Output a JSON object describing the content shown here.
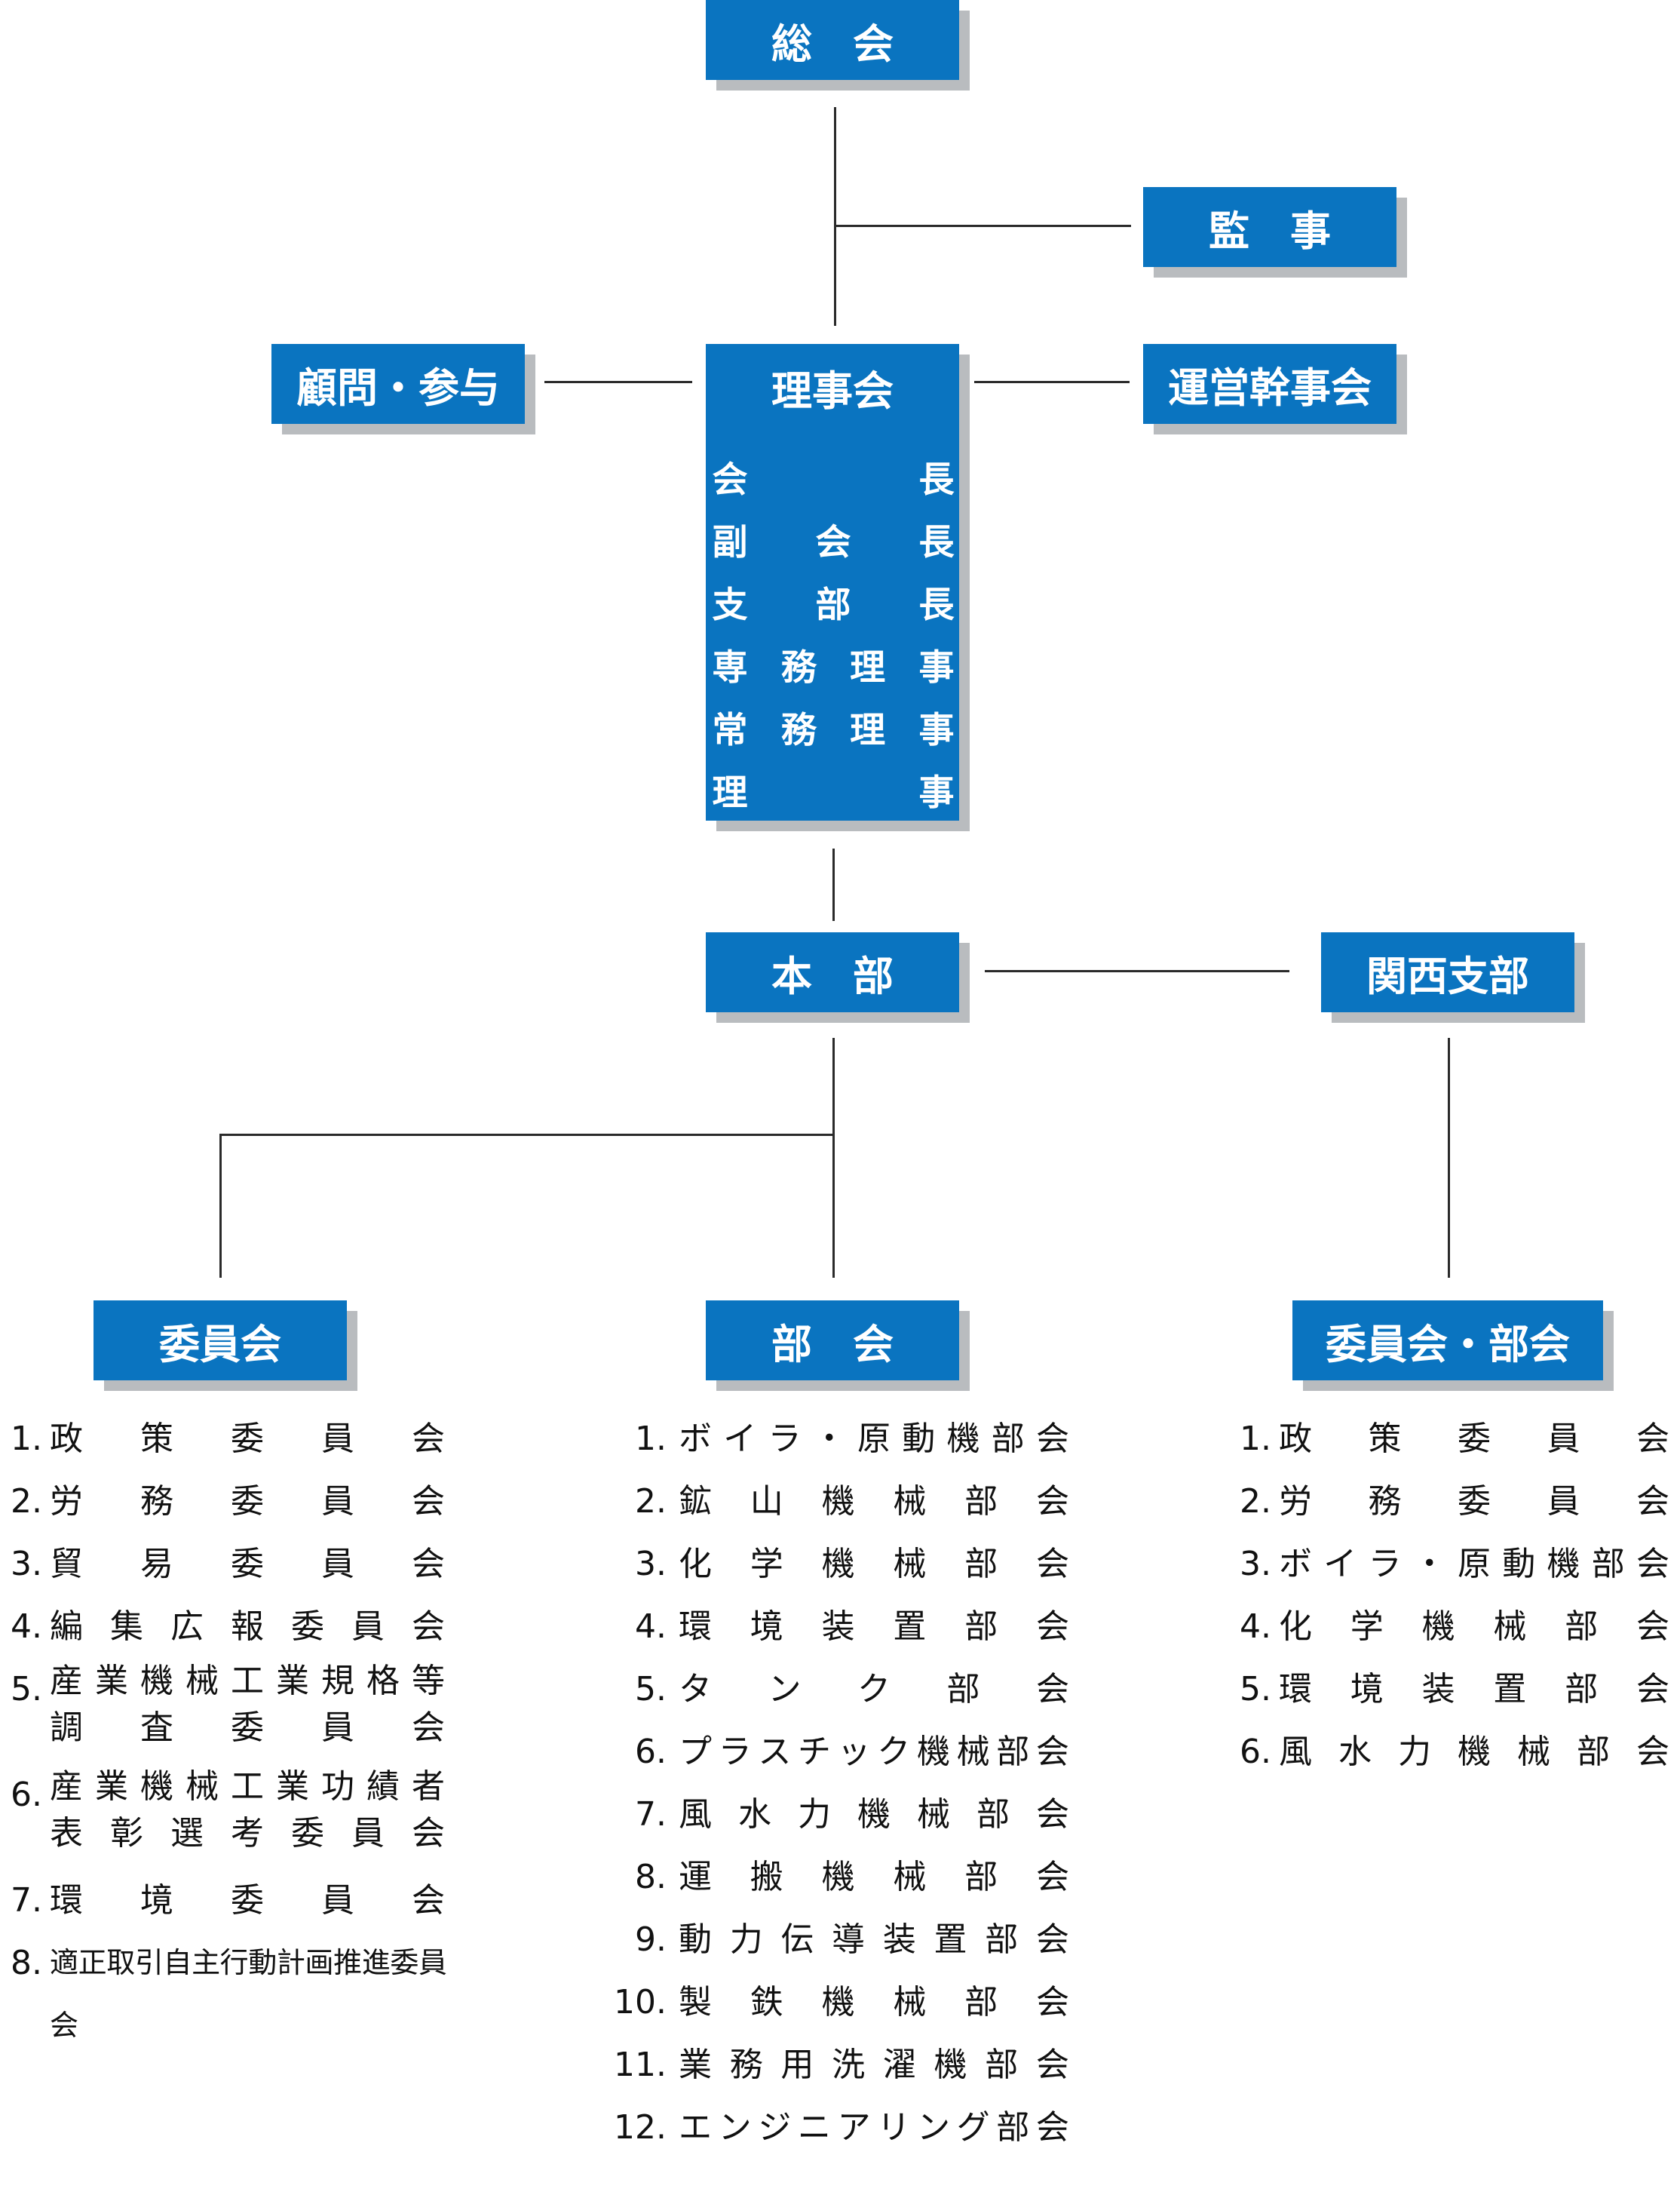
{
  "nodes": {
    "general_assembly": "総　会",
    "auditor": "監　事",
    "advisor": "顧問・参与",
    "board": "理事会",
    "steering": "運営幹事会",
    "headquarters": "本　部",
    "kansai": "関西支部",
    "committees": "委員会",
    "divisions": "部　会",
    "kansai_groups": "委員会・部会"
  },
  "board_members": [
    [
      "会",
      "",
      "長"
    ],
    [
      "副",
      "会",
      "長"
    ],
    [
      "支",
      "部",
      "長"
    ],
    [
      "専",
      "務",
      "理",
      "事"
    ],
    [
      "常",
      "務",
      "理",
      "事"
    ],
    [
      "理",
      "",
      "事"
    ]
  ],
  "committee_list": [
    {
      "num": "1.",
      "lines": [
        "政策委員会"
      ]
    },
    {
      "num": "2.",
      "lines": [
        "労務委員会"
      ]
    },
    {
      "num": "3.",
      "lines": [
        "貿易委員会"
      ]
    },
    {
      "num": "4.",
      "lines": [
        "編集広報委員会"
      ]
    },
    {
      "num": "5.",
      "lines": [
        "産業機械工業規格等",
        "調査委員会"
      ]
    },
    {
      "num": "6.",
      "lines": [
        "産業機械工業功績者",
        "表彰選考委員会"
      ]
    },
    {
      "num": "7.",
      "lines": [
        "環境委員会"
      ]
    },
    {
      "num": "8.",
      "lines": [
        "適正取引自主行動計画推進委員会"
      ]
    }
  ],
  "division_list": [
    {
      "num": "1.",
      "lines": [
        "ボイラ・原動機部会"
      ]
    },
    {
      "num": "2.",
      "lines": [
        "鉱山機械部会"
      ]
    },
    {
      "num": "3.",
      "lines": [
        "化学機械部会"
      ]
    },
    {
      "num": "4.",
      "lines": [
        "環境装置部会"
      ]
    },
    {
      "num": "5.",
      "lines": [
        "タンク部会"
      ]
    },
    {
      "num": "6.",
      "lines": [
        "プラスチック機械部会"
      ]
    },
    {
      "num": "7.",
      "lines": [
        "風水力機械部会"
      ]
    },
    {
      "num": "8.",
      "lines": [
        "運搬機械部会"
      ]
    },
    {
      "num": "9.",
      "lines": [
        "動力伝導装置部会"
      ]
    },
    {
      "num": "10.",
      "lines": [
        "製鉄機械部会"
      ]
    },
    {
      "num": "11.",
      "lines": [
        "業務用洗濯機部会"
      ]
    },
    {
      "num": "12.",
      "lines": [
        "エンジニアリング部会"
      ]
    }
  ],
  "kansai_list": [
    {
      "num": "1.",
      "lines": [
        "政策委員会"
      ]
    },
    {
      "num": "2.",
      "lines": [
        "労務委員会"
      ]
    },
    {
      "num": "3.",
      "lines": [
        "ボイラ・原動機部会"
      ]
    },
    {
      "num": "4.",
      "lines": [
        "化学機械部会"
      ]
    },
    {
      "num": "5.",
      "lines": [
        "環境装置部会"
      ]
    },
    {
      "num": "6.",
      "lines": [
        "風水力機械部会"
      ]
    }
  ],
  "colors": {
    "box": "#0a74c0",
    "shadow": "#b9bcbf",
    "line": "#2a2a2a"
  }
}
